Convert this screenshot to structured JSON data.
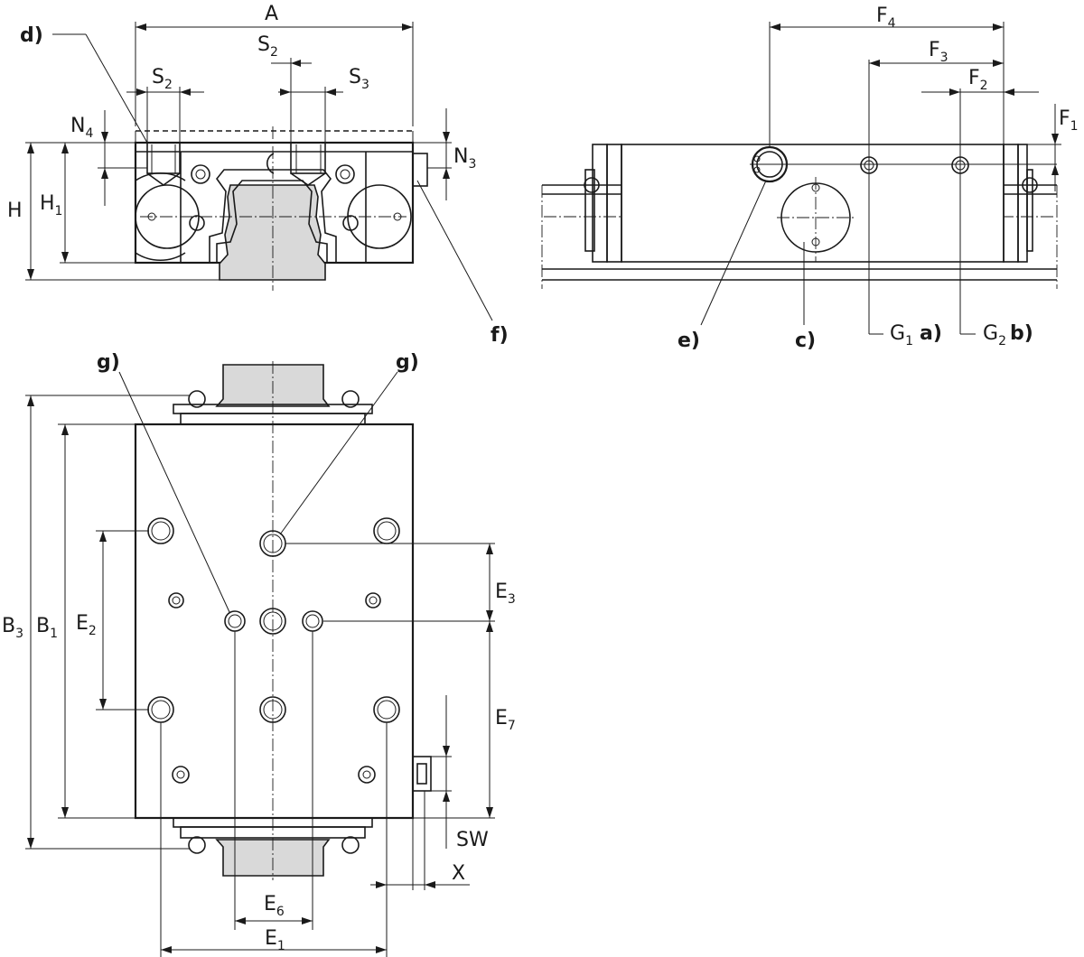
{
  "dimensions": {
    "A": "A",
    "S2": {
      "base": "S",
      "sub": "2"
    },
    "S3": {
      "base": "S",
      "sub": "3"
    },
    "N3": {
      "base": "N",
      "sub": "3"
    },
    "N4": {
      "base": "N",
      "sub": "4"
    },
    "H": "H",
    "H1": {
      "base": "H",
      "sub": "1"
    },
    "F1": {
      "base": "F",
      "sub": "1"
    },
    "F2": {
      "base": "F",
      "sub": "2"
    },
    "F3": {
      "base": "F",
      "sub": "3"
    },
    "F4": {
      "base": "F",
      "sub": "4"
    },
    "G1": {
      "base": "G",
      "sub": "1"
    },
    "G2": {
      "base": "G",
      "sub": "2"
    },
    "B1": {
      "base": "B",
      "sub": "1"
    },
    "B3": {
      "base": "B",
      "sub": "3"
    },
    "E1": {
      "base": "E",
      "sub": "1"
    },
    "E2": {
      "base": "E",
      "sub": "2"
    },
    "E3": {
      "base": "E",
      "sub": "3"
    },
    "E6": {
      "base": "E",
      "sub": "6"
    },
    "E7": {
      "base": "E",
      "sub": "7"
    },
    "SW": "SW",
    "X": "X"
  },
  "callouts": {
    "a": "a)",
    "b": "b)",
    "c": "c)",
    "d": "d)",
    "e": "e)",
    "f": "f)",
    "g": "g)"
  }
}
